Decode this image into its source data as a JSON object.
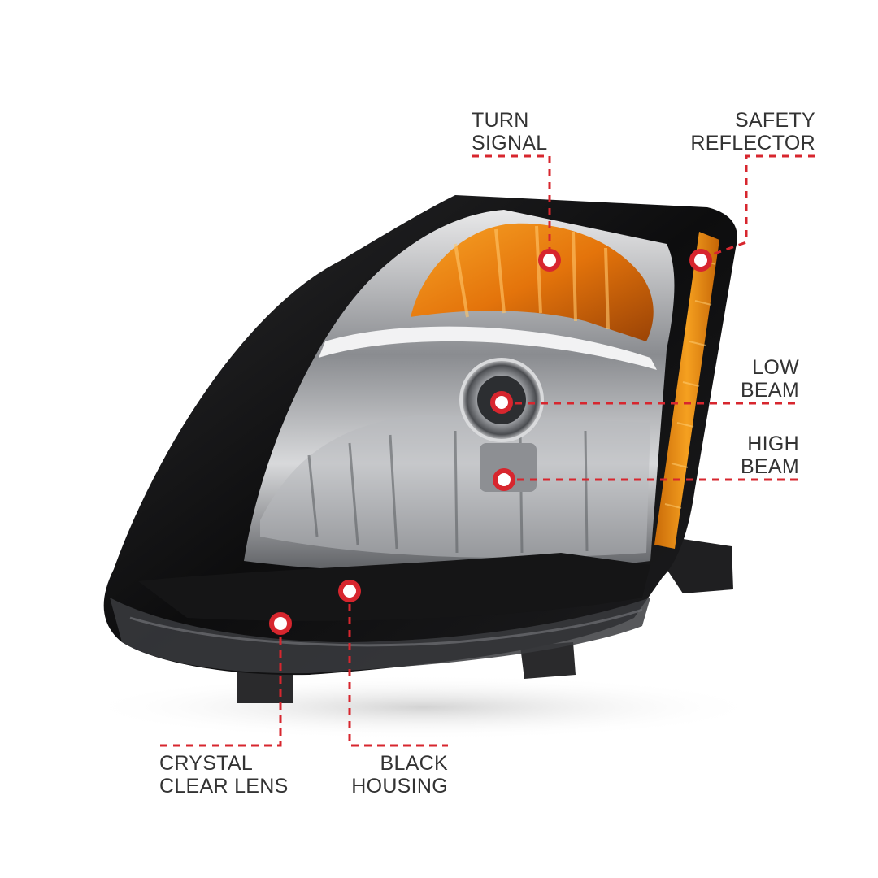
{
  "colors": {
    "accent_red": "#d7262e",
    "label_text": "#333333",
    "housing_black": "#111111",
    "amber": "#f08a10"
  },
  "callouts": {
    "turn_signal": {
      "line1": "TURN",
      "line2": "SIGNAL"
    },
    "safety_reflector": {
      "line1": "SAFETY",
      "line2": "REFLECTOR"
    },
    "low_beam": {
      "line1": "LOW",
      "line2": "BEAM"
    },
    "high_beam": {
      "line1": "HIGH",
      "line2": "BEAM"
    },
    "crystal_clear_lens": {
      "line1": "CRYSTAL",
      "line2": "CLEAR LENS"
    },
    "black_housing": {
      "line1": "BLACK",
      "line2": "HOUSING"
    }
  },
  "product": {
    "icon": "headlight-assembly-icon"
  }
}
